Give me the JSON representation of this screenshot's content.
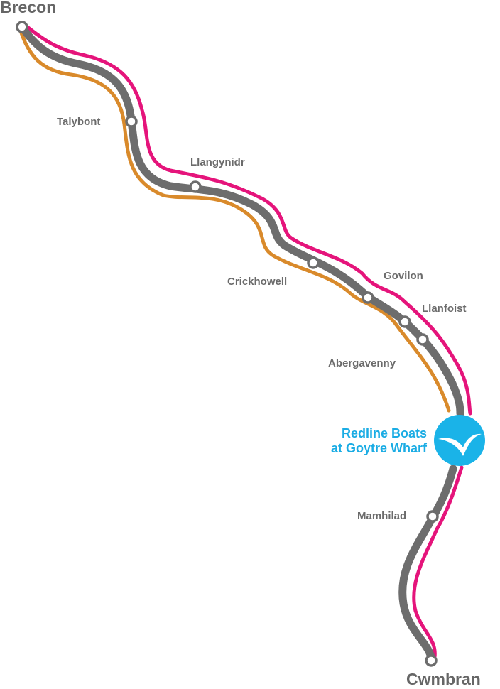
{
  "colors": {
    "gray": "#6d6d6d",
    "pink": "#e5147b",
    "orange": "#d98a2b",
    "brand": "#1ab3e8"
  },
  "endpoints": {
    "start": "Brecon",
    "end": "Cwmbran"
  },
  "stations": [
    "Talybont",
    "Llangynidr",
    "Crickhowell",
    "Govilon",
    "Llanfoist",
    "Abergavenny",
    "Mamhilad"
  ],
  "brand": {
    "line1": "Redline Boats",
    "line2": "at Goytre Wharf",
    "icon": "bird-logo-icon"
  }
}
